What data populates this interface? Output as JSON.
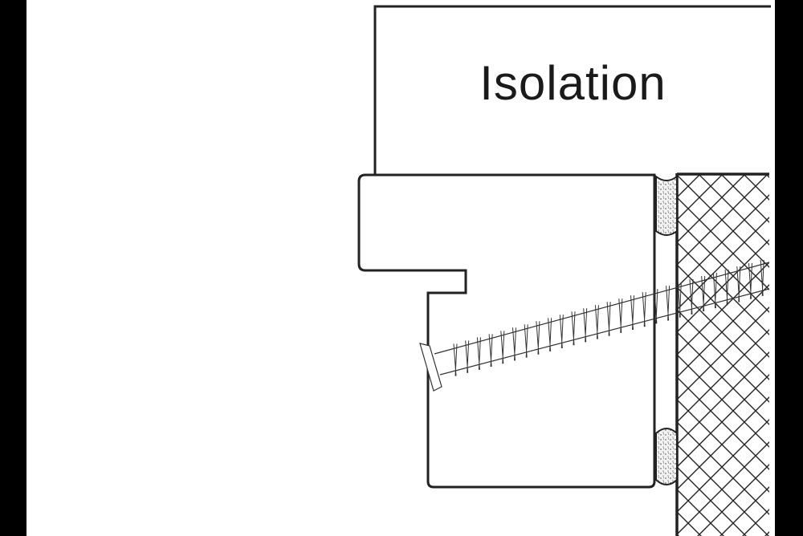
{
  "diagram": {
    "insulation_label": "Isolation",
    "colors": {
      "line": "#222222",
      "border": "#000000",
      "background": "#ffffff"
    },
    "parts": [
      "insulation-block",
      "window-sill-profile",
      "sealant-pad-top",
      "sealant-pad-bottom",
      "masonry-wall",
      "screw"
    ]
  }
}
